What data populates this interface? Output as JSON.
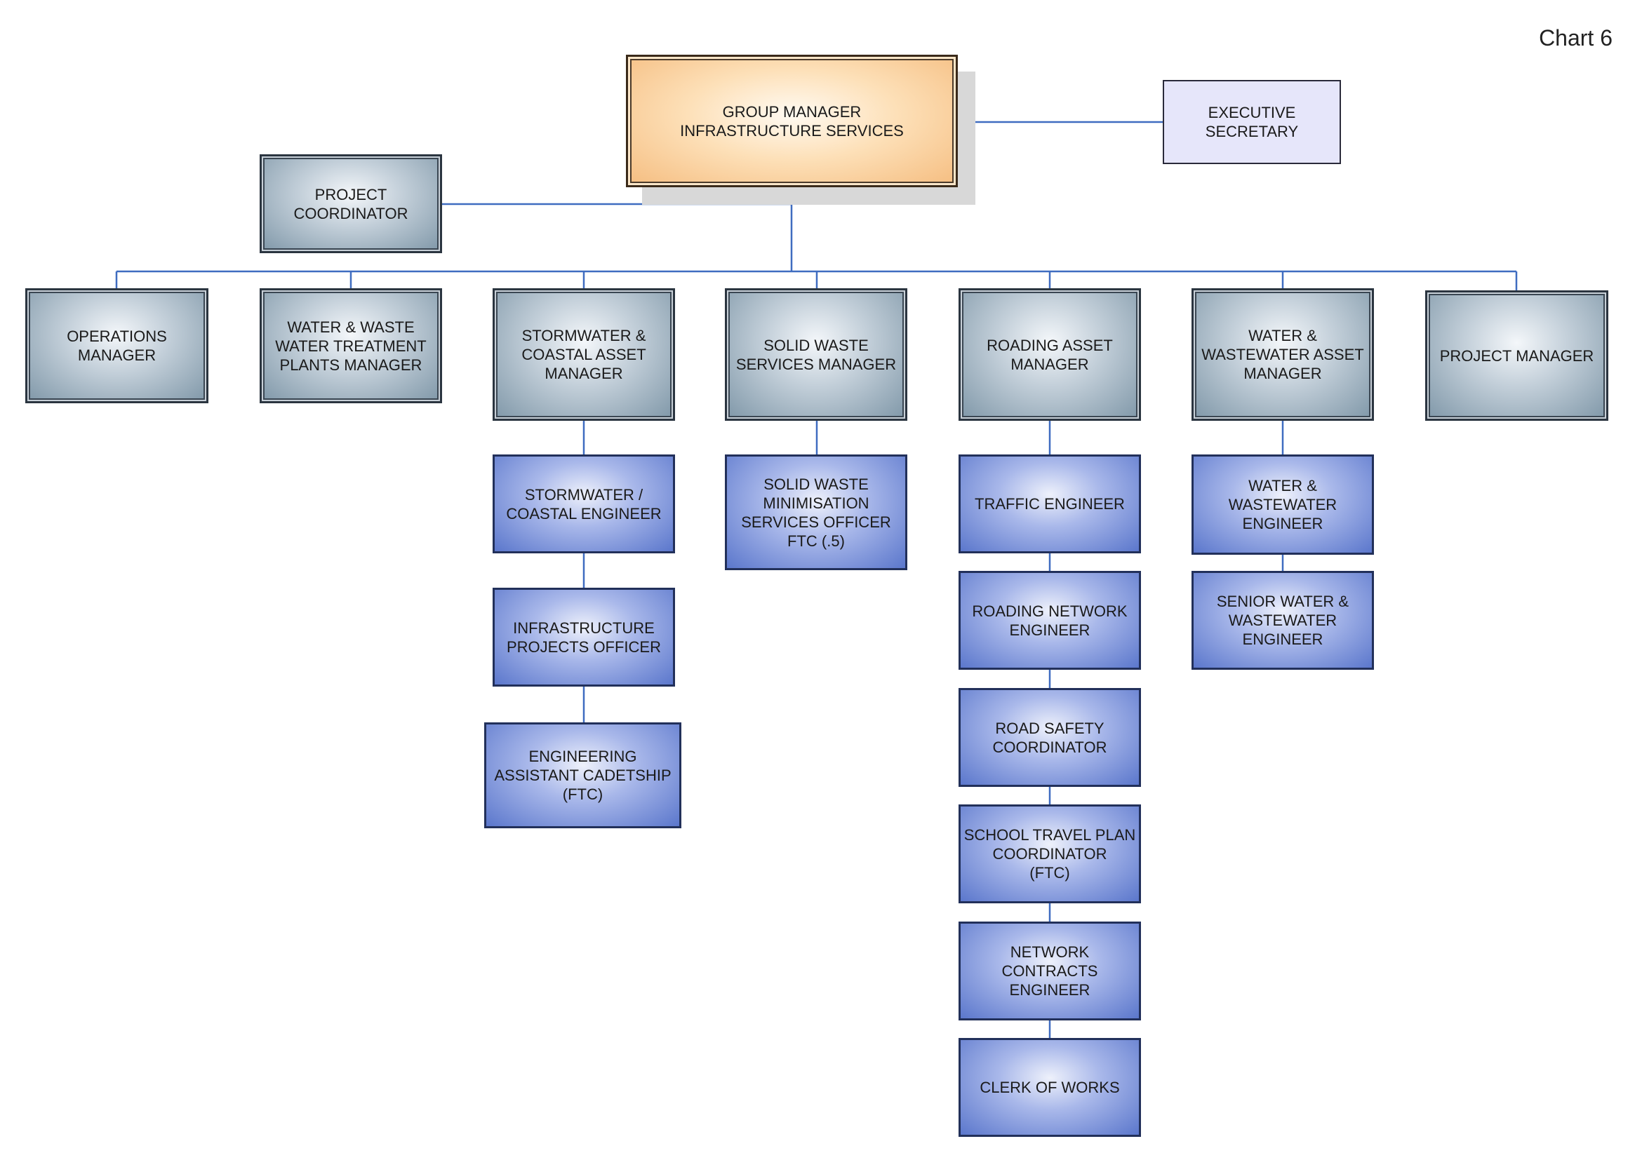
{
  "chart_label": "Chart 6",
  "top": {
    "group_manager": "GROUP MANAGER\nINFRASTRUCTURE SERVICES",
    "executive_secretary": "EXECUTIVE\nSECRETARY",
    "project_coordinator": "PROJECT\nCOORDINATOR"
  },
  "managers": [
    "OPERATIONS\nMANAGER",
    "WATER & WASTE\nWATER TREATMENT\nPLANTS MANAGER",
    "STORMWATER &\nCOASTAL ASSET\nMANAGER",
    "SOLID WASTE\nSERVICES MANAGER",
    "ROADING ASSET\nMANAGER",
    "WATER &\nWASTEWATER ASSET\nMANAGER",
    "PROJECT MANAGER"
  ],
  "stormwater_team": [
    "STORMWATER /\nCOASTAL ENGINEER",
    "INFRASTRUCTURE\nPROJECTS OFFICER",
    "ENGINEERING\nASSISTANT CADETSHIP\n(FTC)"
  ],
  "solid_waste_team": [
    "SOLID WASTE\nMINIMISATION\nSERVICES OFFICER\nFTC (.5)"
  ],
  "roading_team": [
    "TRAFFIC ENGINEER",
    "ROADING NETWORK\nENGINEER",
    "ROAD SAFETY\nCOORDINATOR",
    "SCHOOL TRAVEL PLAN\nCOORDINATOR\n(FTC)",
    "NETWORK\nCONTRACTS\nENGINEER",
    "CLERK OF WORKS"
  ],
  "water_team": [
    "WATER &\nWASTEWATER\nENGINEER",
    "SENIOR WATER &\nWASTEWATER\nENGINEER"
  ],
  "colors": {
    "line": "#3f6cc0",
    "manager_fill": "#7f97a8",
    "staff_fill": "#5b77cc",
    "head_fill": "#f5bd80",
    "secretary_fill": "#e6e6fa"
  }
}
